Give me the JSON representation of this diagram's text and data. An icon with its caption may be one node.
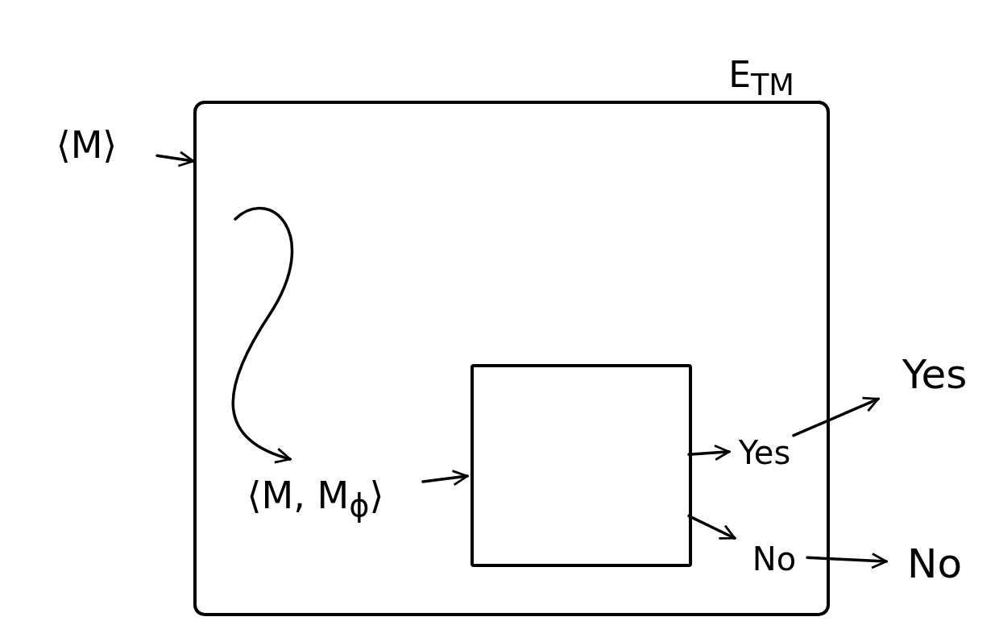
{
  "diagram": {
    "nodes": [
      {
        "text": [
          "E$_{TM}$"
        ]
      },
      {
        "text": [
          "⟨M⟩"
        ]
      },
      {
        "text": [
          "⟨M, M$_{ϕ}$⟩"
        ],
        "in": 0
      },
      {
        "text": [],
        "shape": "box",
        "in": 0
      },
      {
        "text": [
          "Yes"
        ],
        "in": 0
      },
      {
        "text": [
          "No"
        ],
        "in": 0
      },
      {
        "text": [
          "Yes"
        ]
      },
      {
        "text": [
          "No"
        ]
      }
    ],
    "edges": [
      {
        "from": 1,
        "to": 0,
        "arrow": "to"
      },
      {
        "from": null,
        "to": 2,
        "arrow": "to"
      },
      {
        "from": 2,
        "to": 3,
        "arrow": "to"
      },
      {
        "from": 3,
        "to": 4,
        "arrow": "to"
      },
      {
        "from": 3,
        "to": 5,
        "arrow": "to"
      },
      {
        "from": 4,
        "to": 6,
        "arrow": "to"
      },
      {
        "from": 5,
        "to": 7,
        "arrow": "to"
      }
    ]
  }
}
